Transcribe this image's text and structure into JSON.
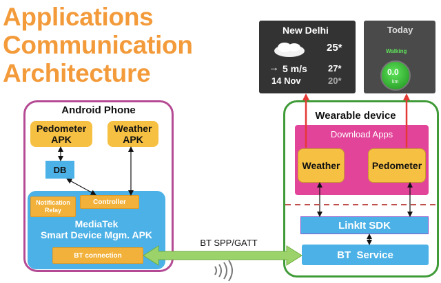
{
  "title_lines": [
    "Applications",
    "Communication",
    "Architecture"
  ],
  "phone": {
    "title": "Android Phone",
    "pedometer_apk": [
      "Pedometer",
      "APK"
    ],
    "weather_apk": [
      "Weather",
      "APK"
    ],
    "db": "DB",
    "notification_relay": [
      "Notification",
      "Relay"
    ],
    "controller": "Controller",
    "mediatek": [
      "MediaTek",
      "Smart Device Mgm. APK"
    ],
    "bt_connection": "BT connection"
  },
  "link_label": "BT SPP/GATT",
  "wearable": {
    "title": "Wearable device",
    "download_apps": "Download Apps",
    "weather": "Weather",
    "pedometer": "Pedometer",
    "linkit_sdk": "LinkIt SDK",
    "bt_service": "BT  Service"
  },
  "weather_screen": {
    "city": "New Delhi",
    "temp_now": "25*",
    "wind": "5 m/s",
    "temp_high": "27*",
    "date": "14 Nov",
    "temp_low": "20*"
  },
  "pedometer_screen": {
    "title": "Today",
    "mode": "Walking",
    "value": "0.0",
    "unit": "km"
  },
  "colors": {
    "title_orange": "#f39b3b",
    "phone_border": "#b54a94",
    "wear_border": "#3f9b37",
    "blue": "#4cb1e6",
    "magenta": "#e2449a",
    "yellow": "#f6c043",
    "arrow_red": "#e53935",
    "bt_green": "#9bd36a"
  }
}
